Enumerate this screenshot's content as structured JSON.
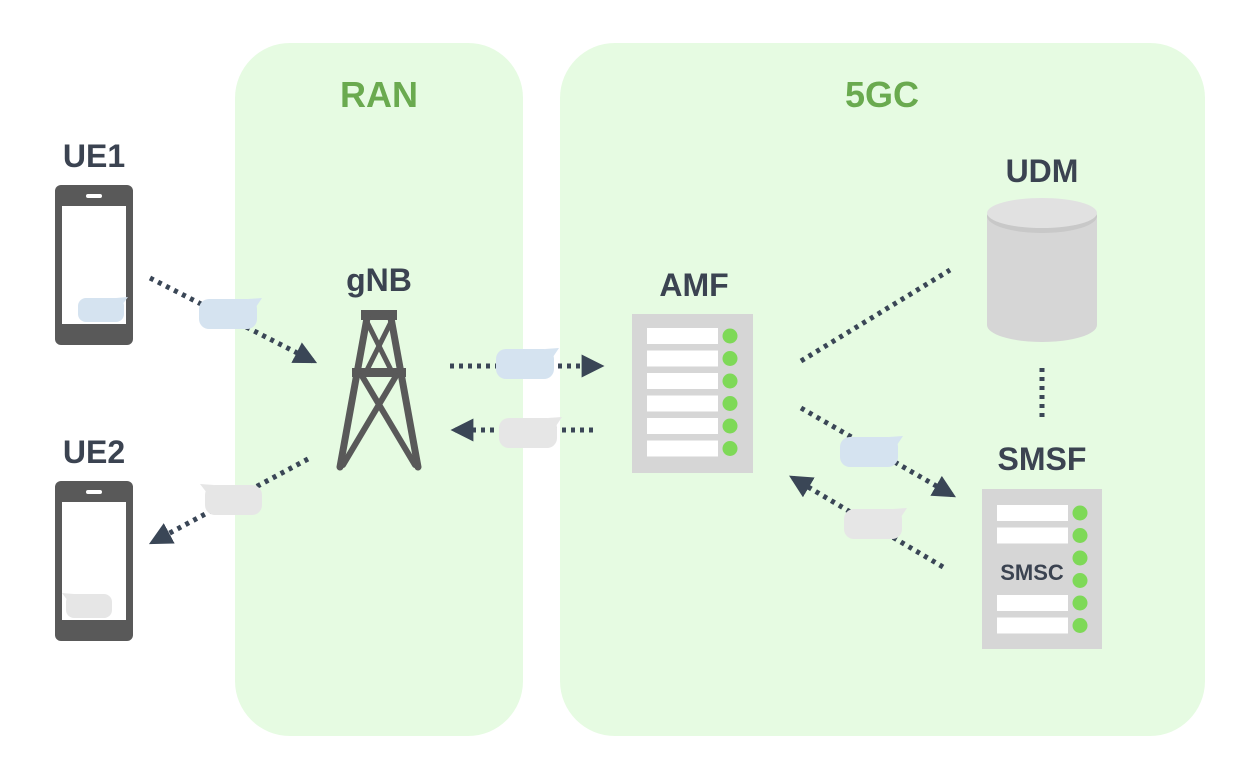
{
  "regions": {
    "ran": {
      "label": "RAN"
    },
    "core": {
      "label": "5GC"
    }
  },
  "nodes": {
    "ue1": {
      "label": "UE1",
      "icon": "smartphone-icon"
    },
    "ue2": {
      "label": "UE2",
      "icon": "smartphone-icon"
    },
    "gnb": {
      "label": "gNB",
      "icon": "cell-tower-icon"
    },
    "amf": {
      "label": "AMF",
      "icon": "server-rack-icon"
    },
    "udm": {
      "label": "UDM",
      "icon": "database-icon"
    },
    "smsf": {
      "label": "SMSF",
      "inner_label": "SMSC",
      "icon": "server-rack-icon"
    }
  },
  "colors": {
    "region_fill": "#e6fbe2",
    "region_label": "#6aaa4f",
    "node_label": "#3b4351",
    "device": "#595959",
    "arrow": "#3a4656",
    "message_uplink": "#d5e3f0",
    "message_downlink": "#e6e6e6",
    "server_body": "#d6d6d6",
    "status_led": "#7ed957"
  }
}
